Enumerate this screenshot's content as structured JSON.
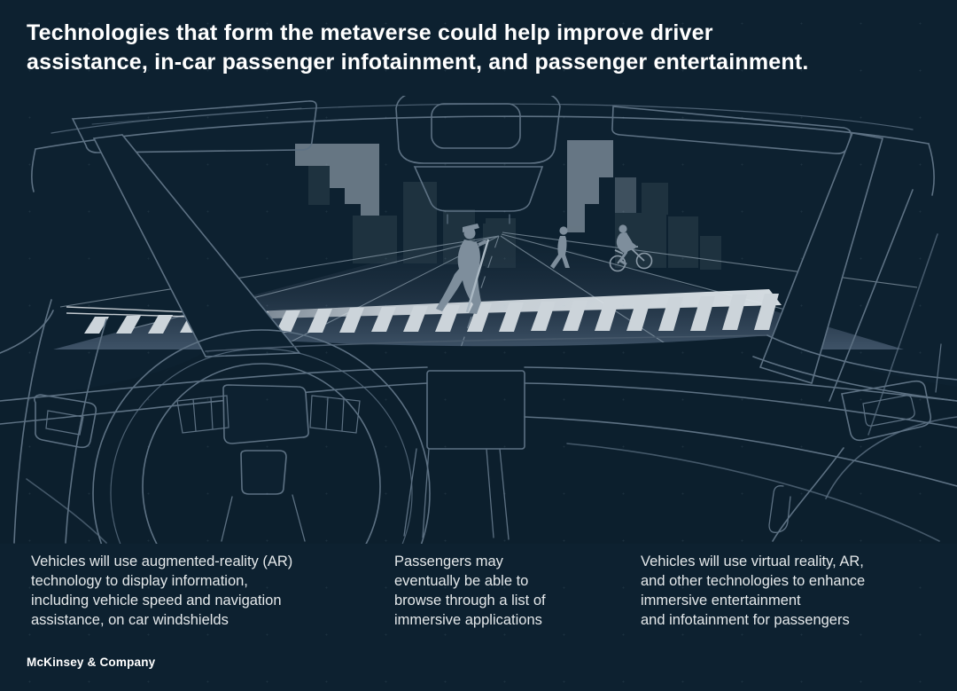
{
  "page": {
    "background_color": "#0d2130",
    "footer_brand": "McKinsey & Company"
  },
  "title": {
    "full": "Technologies that form the metaverse could help improve driver assistance, in-car passenger infotainment, and passenger entertainment.",
    "line1": "Technologies that form the metaverse could help improve driver",
    "line2": "assistance, in-car passenger infotainment, and passenger entertainment.",
    "color": "#ffffff"
  },
  "callouts": [
    {
      "full": "Vehicles will use augmented-reality (AR) technology to display information, including vehicle speed and navigation assistance, on car windshields",
      "lines": [
        "Vehicles will use augmented-reality (AR)",
        "technology to display information,",
        "including vehicle speed and navigation",
        "assistance, on car windshields"
      ]
    },
    {
      "full": "Passengers may eventually be able to browse through a list of immersive applications",
      "lines": [
        "Passengers may",
        "eventually be able to",
        "browse through a list of",
        "immersive applications"
      ]
    },
    {
      "full": "Vehicles will use virtual reality, AR, and other technologies to enhance immersive entertainment and infotainment for passengers",
      "lines": [
        "Vehicles will use virtual reality, AR,",
        "and other technologies to enhance",
        "immersive entertainment",
        "and infotainment for passengers"
      ]
    }
  ],
  "illustration": {
    "elements": [
      "car-roof",
      "left-sun-visor",
      "right-sun-visor",
      "rearview-mirror",
      "left-a-pillar",
      "right-a-pillar",
      "dashboard",
      "infotainment-screen",
      "steering-wheel",
      "left-door-panel",
      "right-door-panel",
      "city-skyline",
      "road",
      "crosswalk",
      "pedestrian-with-cane-silhouette",
      "pedestrian-silhouette",
      "cyclist-silhouette"
    ],
    "colors": {
      "line_art": "#5d7183",
      "line_art_dim": "#47596b",
      "silhouette": "#7e8e9c",
      "skyline_light": "#7d8c99",
      "skyline_dark": "#1e323f",
      "crosswalk_stripe": "#ccd4da",
      "road": "#3c4f61",
      "body_text": "#e4e8ea"
    }
  }
}
